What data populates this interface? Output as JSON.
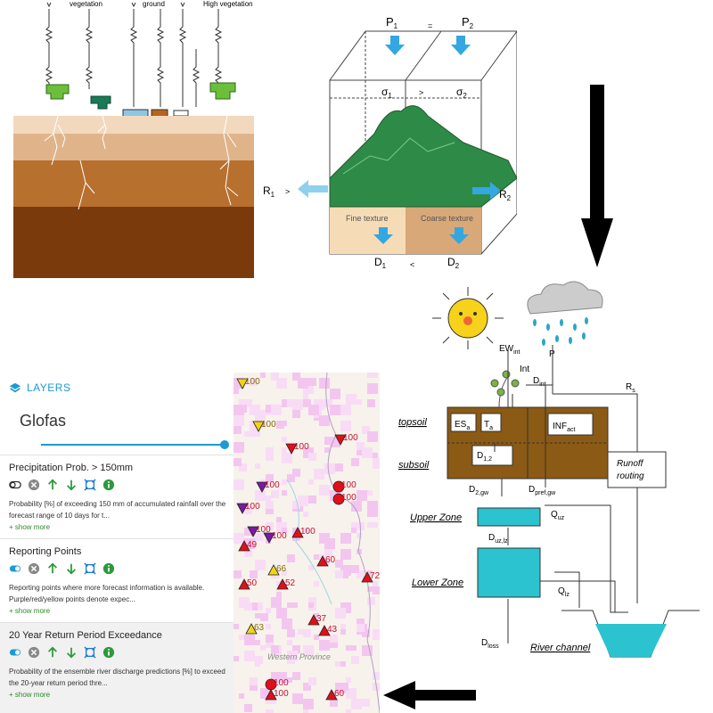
{
  "soil_diagram": {
    "labels": {
      "vegetation": "vegetation",
      "ground": "ground",
      "high_vegetation": "High vegetation"
    }
  },
  "box_diagram": {
    "p1": "P",
    "p1_sub": "1",
    "p_eq": "=",
    "p2": "P",
    "p2_sub": "2",
    "s1": "σ",
    "s1_sub": "1",
    "s_gt": ">",
    "s2": "σ",
    "s2_sub": "2",
    "r1": "R",
    "r1_sub": "1",
    "r_gt": ">",
    "r2": "R",
    "r2_sub": "2",
    "fine": "Fine texture",
    "coarse": "Coarse texture",
    "d1": "D",
    "d1_sub": "1",
    "d_lt": "<",
    "d2": "D",
    "d2_sub": "2"
  },
  "lisflood": {
    "ew": "EW",
    "ew_sub": "int",
    "p": "P",
    "int": "Int",
    "dint": "D",
    "dint_sub": "int",
    "rs": "R",
    "rs_sub": "s",
    "topsoil": "topsoil",
    "subsoil": "subsoil",
    "es": "ES",
    "es_sub": "a",
    "t": "T",
    "t_sub": "a",
    "inf": "INF",
    "inf_sub": "act",
    "d12": "D",
    "d12_sub": "1,2",
    "d2gw": "D",
    "d2gw_sub": "2,gw",
    "dpref": "D",
    "dpref_sub": "pref,gw",
    "runoff1": "Runoff",
    "runoff2": "routing",
    "upper": "Upper Zone",
    "quz": "Q",
    "quz_sub": "uz",
    "duzlz": "D",
    "duzlz_sub": "uz,lz",
    "lower": "Lower Zone",
    "qlz": "Q",
    "qlz_sub": "lz",
    "dloss": "D",
    "dloss_sub": "loss",
    "river": "River channel"
  },
  "layers_panel": {
    "header": "LAYERS",
    "title": "Glofas",
    "layers": [
      {
        "name": "Precipitation Prob. > 150mm",
        "desc": "Probability [%] of exceeding 150 mm of accumulated rainfall over the forecast range of 10 days for t...",
        "more": "+ show more"
      },
      {
        "name": "Reporting Points",
        "desc": "Reporting points where more forecast information is available. Purple/red/yellow points denote expec...",
        "more": "+ show more"
      },
      {
        "name": "20 Year Return Period Exceedance",
        "desc": "Probability of the ensemble river discharge predictions [%] to exceed the 20-year return period thre...",
        "more": "+ show more"
      }
    ]
  },
  "map": {
    "region_label": "Western Province",
    "markers": [
      {
        "shape": "tri-down",
        "color": "#f2d417",
        "label": "100"
      },
      {
        "shape": "tri-down",
        "color": "#f2d417",
        "label": "100"
      },
      {
        "shape": "tri-down",
        "color": "#e0101a",
        "label": "100"
      },
      {
        "shape": "tri-down",
        "color": "#e0101a",
        "label": "100"
      },
      {
        "shape": "circle",
        "color": "#e0101a",
        "label": "100"
      },
      {
        "shape": "circle",
        "color": "#e0101a",
        "label": "100"
      },
      {
        "shape": "tri-down",
        "color": "#7a1aa0",
        "label": "100"
      },
      {
        "shape": "tri-down",
        "color": "#7a1aa0",
        "label": "100"
      },
      {
        "shape": "tri-down",
        "color": "#7a1aa0",
        "label": "100"
      },
      {
        "shape": "tri-down",
        "color": "#7a1aa0",
        "label": "100"
      },
      {
        "shape": "tri-up",
        "color": "#e0101a",
        "label": "100"
      },
      {
        "shape": "tri-up",
        "color": "#e0101a",
        "label": "49"
      },
      {
        "shape": "tri-up",
        "color": "#e0101a",
        "label": "60"
      },
      {
        "shape": "tri-up",
        "color": "#e0101a",
        "label": "72"
      },
      {
        "shape": "tri-up",
        "color": "#e0101a",
        "label": "50"
      },
      {
        "shape": "tri-up",
        "color": "#f2d417",
        "label": "66"
      },
      {
        "shape": "tri-up",
        "color": "#e0101a",
        "label": "52"
      },
      {
        "shape": "tri-up",
        "color": "#e0101a",
        "label": "37"
      },
      {
        "shape": "tri-up",
        "color": "#e0101a",
        "label": "43"
      },
      {
        "shape": "tri-up",
        "color": "#f2d417",
        "label": "63"
      },
      {
        "shape": "circle",
        "color": "#e0101a",
        "label": "100"
      },
      {
        "shape": "tri-up",
        "color": "#e0101a",
        "label": "100"
      },
      {
        "shape": "tri-up",
        "color": "#e0101a",
        "label": "60"
      }
    ]
  },
  "colors": {
    "accent": "#1b9ad6",
    "water": "#2bc3cf",
    "soil": "#8b5a14",
    "arrow": "#000000"
  }
}
